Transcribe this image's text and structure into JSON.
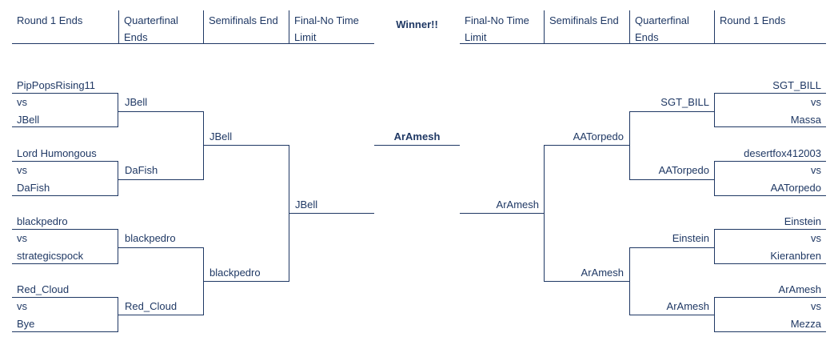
{
  "headers": {
    "left": [
      "Round 1 Ends",
      "Quarterfinal Ends",
      "Semifinals End",
      "Final-No Time Limit"
    ],
    "center": "Winner!!",
    "right": [
      "Final-No Time Limit",
      "Semifinals End",
      "Quarterfinal Ends",
      "Round 1 Ends"
    ]
  },
  "left_bracket": {
    "round1": [
      {
        "top": "PipPopsRising11",
        "vs": "vs",
        "bottom": "JBell"
      },
      {
        "top": "Lord Humongous",
        "vs": "vs",
        "bottom": "DaFish"
      },
      {
        "top": "blackpedro",
        "vs": "vs",
        "bottom": "strategicspock"
      },
      {
        "top": "Red_Cloud",
        "vs": "vs",
        "bottom": "Bye"
      }
    ],
    "quarterfinals": [
      "JBell",
      "DaFish",
      "blackpedro",
      "Red_Cloud"
    ],
    "semifinals": [
      "JBell",
      "blackpedro"
    ],
    "final": "JBell"
  },
  "right_bracket": {
    "round1": [
      {
        "top": "SGT_BILL",
        "vs": "vs",
        "bottom": "Massa"
      },
      {
        "top": "desertfox412003",
        "vs": "vs",
        "bottom": "AATorpedo"
      },
      {
        "top": "Einstein",
        "vs": "vs",
        "bottom": "Kieranbren"
      },
      {
        "top": "ArAmesh",
        "vs": "vs",
        "bottom": "Mezza"
      }
    ],
    "quarterfinals": [
      "SGT_BILL",
      "AATorpedo",
      "Einstein",
      "ArAmesh"
    ],
    "semifinals": [
      "AATorpedo",
      "ArAmesh"
    ],
    "final": "ArAmesh"
  },
  "champion": "ArAmesh",
  "colors": {
    "accent": "#1f3864",
    "background": "#ffffff"
  }
}
